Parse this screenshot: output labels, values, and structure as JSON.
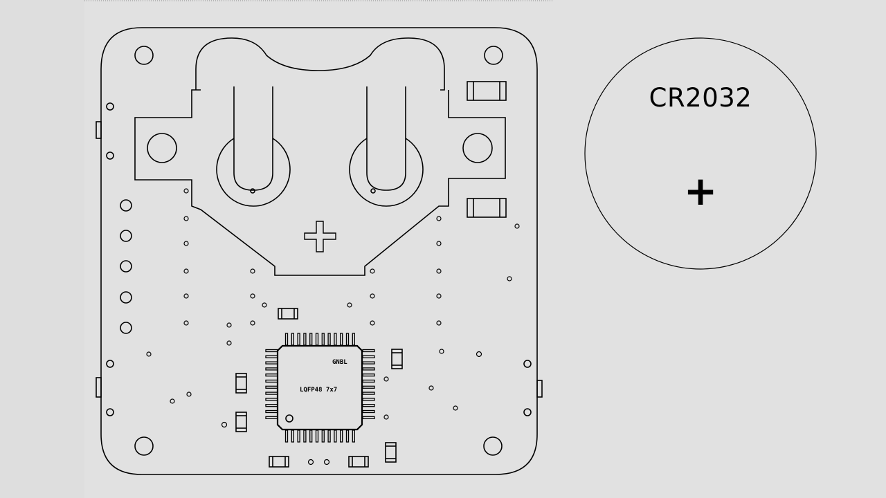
{
  "battery": {
    "label": "CR2032",
    "polarity": "+"
  },
  "pcb": {
    "chip_package": "LQFP48 7x7",
    "chip_logo": "GNBL",
    "holder_polarity": "+"
  },
  "colors": {
    "background": "#e1e1e1",
    "stroke": "#000000"
  }
}
